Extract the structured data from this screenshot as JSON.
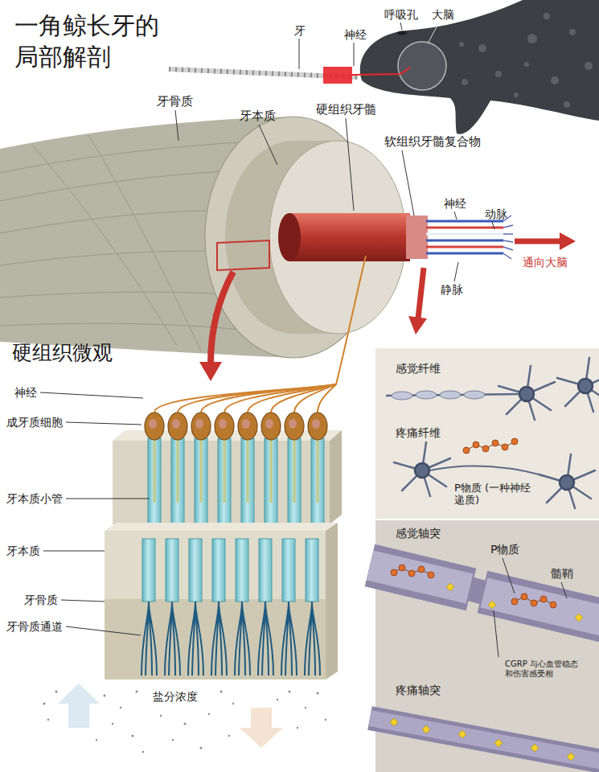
{
  "diagram": {
    "title": "一角鲸长牙的 局部解剖",
    "nodes": [
      {
        "text": [
          "感觉纤维",
          "疼痛纤维",
          "P物质 (一种神经递质)"
        ]
      },
      {
        "text": [
          "感觉轴突",
          "P物质",
          "髓鞘",
          "疼痛轴突",
          "CGRP 与心血管稳态 和伤害感受相"
        ]
      }
    ],
    "labels": [
      "牙",
      "神经",
      "呼吸孔",
      "大脑",
      "牙骨质",
      "牙本质",
      "硬组织牙髓",
      "软组织牙髓复合物",
      "神经",
      "动脉",
      "通向大脑",
      "静脉",
      "硬组织微观",
      "神经",
      "成牙质细胞",
      "牙本质小管",
      "牙本质",
      "牙骨质",
      "牙骨质通道",
      "盐分浓度"
    ]
  }
}
